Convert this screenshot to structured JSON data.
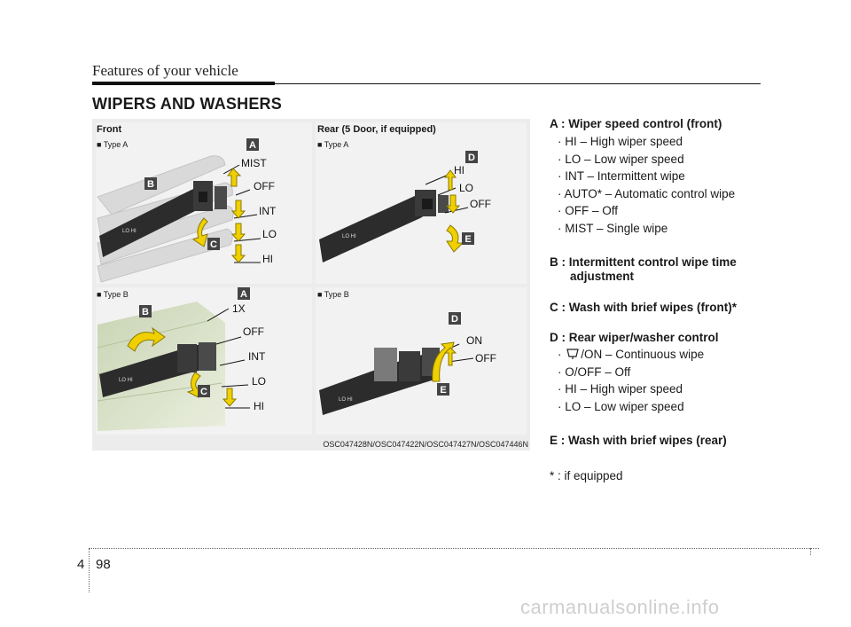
{
  "header": {
    "section": "Features of your vehicle"
  },
  "title": "WIPERS AND WASHERS",
  "figure": {
    "front_heading": "Front",
    "rear_heading": "Rear (5 Door, if equipped)",
    "type_a": "■ Type A",
    "type_b": "■ Type B",
    "code": "OSC047428N/OSC047422N/OSC047427N/OSC047446N",
    "front_a_labels": [
      "MIST",
      "OFF",
      "INT",
      "LO",
      "HI"
    ],
    "front_b_labels": [
      "1X",
      "OFF",
      "INT",
      "LO",
      "HI"
    ],
    "rear_a_labels": [
      "HI",
      "LO",
      "OFF"
    ],
    "rear_b_labels": [
      "ON",
      "OFF"
    ],
    "badges": {
      "a": "A",
      "b": "B",
      "c": "C",
      "d": "D",
      "e": "E"
    }
  },
  "legend": {
    "a_heading": "A : Wiper speed control (front)",
    "a_items": [
      "· HI – High wiper speed",
      "· LO – Low wiper speed",
      "· INT – Intermittent wipe",
      "· AUTO* – Automatic control wipe",
      "· OFF – Off",
      "· MIST – Single wipe"
    ],
    "b_heading": "B : Intermittent control wipe time",
    "b_heading_cont": "adjustment",
    "c_heading": "C : Wash with brief wipes (front)*",
    "d_heading": "D : Rear wiper/washer control",
    "d_item_1_prefix": "·",
    "d_item_1_suffix": "/ON – Continuous wipe",
    "d_items": [
      "· O/OFF – Off",
      "· HI – High wiper speed",
      "· LO – Low wiper speed"
    ],
    "e_heading": "E : Wash with brief wipes (rear)"
  },
  "footnote": "* : if equipped",
  "footer": {
    "chapter": "4",
    "page": "98"
  },
  "watermark": "carmanualsonline.info",
  "colors": {
    "badge": "#444444",
    "arrow": "#f0d000",
    "stalk": "#2c2c2c",
    "ghost": "#d6d6d6"
  }
}
